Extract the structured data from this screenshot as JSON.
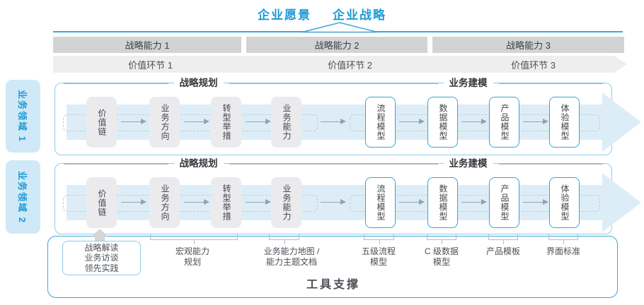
{
  "header": {
    "vision_label": "企业愿景",
    "strategy_label": "企业战略"
  },
  "capability_bars": [
    {
      "label": "战略能力 1"
    },
    {
      "label": "战略能力 2"
    },
    {
      "label": "战略能力 3"
    }
  ],
  "value_chevrons": [
    {
      "label": "价值环节 1"
    },
    {
      "label": "价值环节 2"
    },
    {
      "label": "价值环节 3"
    }
  ],
  "domains": [
    {
      "label": "业务领域 1"
    },
    {
      "label": "业务领域 2"
    }
  ],
  "panels": [
    {
      "planning_title": "战略规划",
      "modeling_title": "业务建模",
      "stages": [
        {
          "label": "价值链"
        },
        {
          "label": "业务方向"
        },
        {
          "label": "转型举措"
        },
        {
          "label": "业务能力"
        },
        {
          "label": "流程模型"
        },
        {
          "label": "数据模型"
        },
        {
          "label": "产品模型"
        },
        {
          "label": "体验模型"
        }
      ]
    },
    {
      "planning_title": "战略规划",
      "modeling_title": "业务建模",
      "stages": [
        {
          "label": "价值链"
        },
        {
          "label": "业务方向"
        },
        {
          "label": "转型举措"
        },
        {
          "label": "业务能力"
        },
        {
          "label": "流程模型"
        },
        {
          "label": "数据模型"
        },
        {
          "label": "产品模型"
        },
        {
          "label": "体验模型"
        }
      ]
    }
  ],
  "annotations": {
    "practice_box_lines": {
      "line1": "战略解读",
      "line2": "业务访谈",
      "line3": "领先实践"
    },
    "bracket_labels": [
      {
        "lines": {
          "0": "宏观能力",
          "1": "规划"
        }
      },
      {
        "lines": {
          "0": "业务能力地图 /",
          "1": "能力主题文档"
        }
      },
      {
        "lines": {
          "0": "五级流程",
          "1": "模型"
        }
      },
      {
        "lines": {
          "0": "C 级数据",
          "1": "模型"
        }
      },
      {
        "lines": {
          "0": "产品模板"
        }
      },
      {
        "lines": {
          "0": "界面标准"
        }
      }
    ]
  },
  "footer": {
    "tool_support_label": "工具支撑"
  },
  "colors": {
    "accent_blue": "#1f9ad6",
    "line_blue": "#3aa6dc",
    "bar_gray": "#d2d3d5",
    "chevron_gray": "#eeeeef",
    "band_blue": "#ddedf8",
    "panel_border": "#8fccea",
    "box_border_blue": "#3aa3d8",
    "box_gray": "#ebebed",
    "dark_text": "#3f454b"
  }
}
